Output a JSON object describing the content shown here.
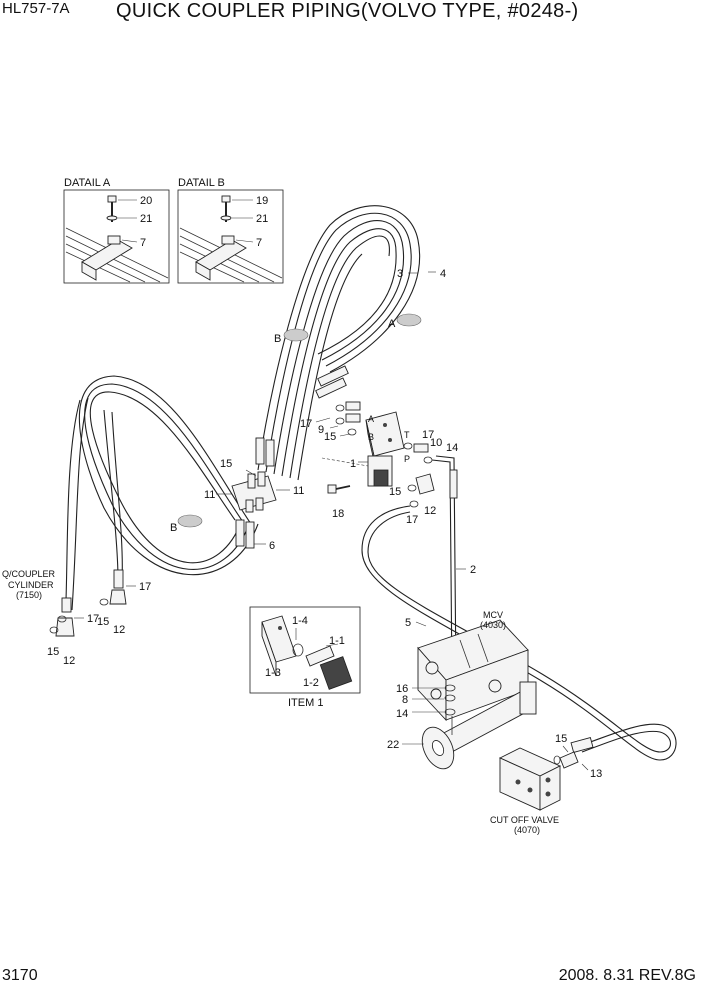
{
  "header": {
    "model": "HL757-7A",
    "title": "QUICK COUPLER PIPING(VOLVO TYPE, #0248-)"
  },
  "footer": {
    "page": "3170",
    "date_rev": "2008. 8.31  REV.8G"
  },
  "detail_a": {
    "title": "DATAIL A",
    "callouts": [
      "20",
      "21",
      "7"
    ]
  },
  "detail_b": {
    "title": "DATAIL B",
    "callouts": [
      "19",
      "21",
      "7"
    ]
  },
  "item1": {
    "title": "ITEM 1",
    "callouts": [
      "1-4",
      "1-1",
      "1-3",
      "1-2"
    ]
  },
  "components": {
    "cylinder": [
      "Q/COUPLER",
      "CYLINDER",
      "(7150)"
    ],
    "mcv": [
      "MCV",
      "(4030)"
    ],
    "cutoff": [
      "CUT OFF VALVE",
      "(4070)"
    ]
  },
  "section_marks": {
    "a": "A",
    "b1": "B",
    "b2": "B"
  },
  "port_marks": {
    "a": "A",
    "b": "B",
    "t": "T",
    "p": "P"
  },
  "callouts": {
    "c3": "3",
    "c4": "4",
    "c17a": "17",
    "c9": "9",
    "c15a": "15",
    "c17b": "17",
    "c10": "10",
    "c14a": "14",
    "c1": "1",
    "c15b": "15",
    "c12a": "12",
    "c17c": "17",
    "c18": "18",
    "c15c": "15",
    "c11a": "11",
    "c11b": "11",
    "c6": "6",
    "c2": "2",
    "c5": "5",
    "c17d": "17",
    "c17e": "17",
    "c15d": "15",
    "c12b": "12",
    "c15e": "15",
    "c12c": "12",
    "c16": "16",
    "c8": "8",
    "c14b": "14",
    "c22": "22",
    "c15f": "15",
    "c13": "13"
  }
}
